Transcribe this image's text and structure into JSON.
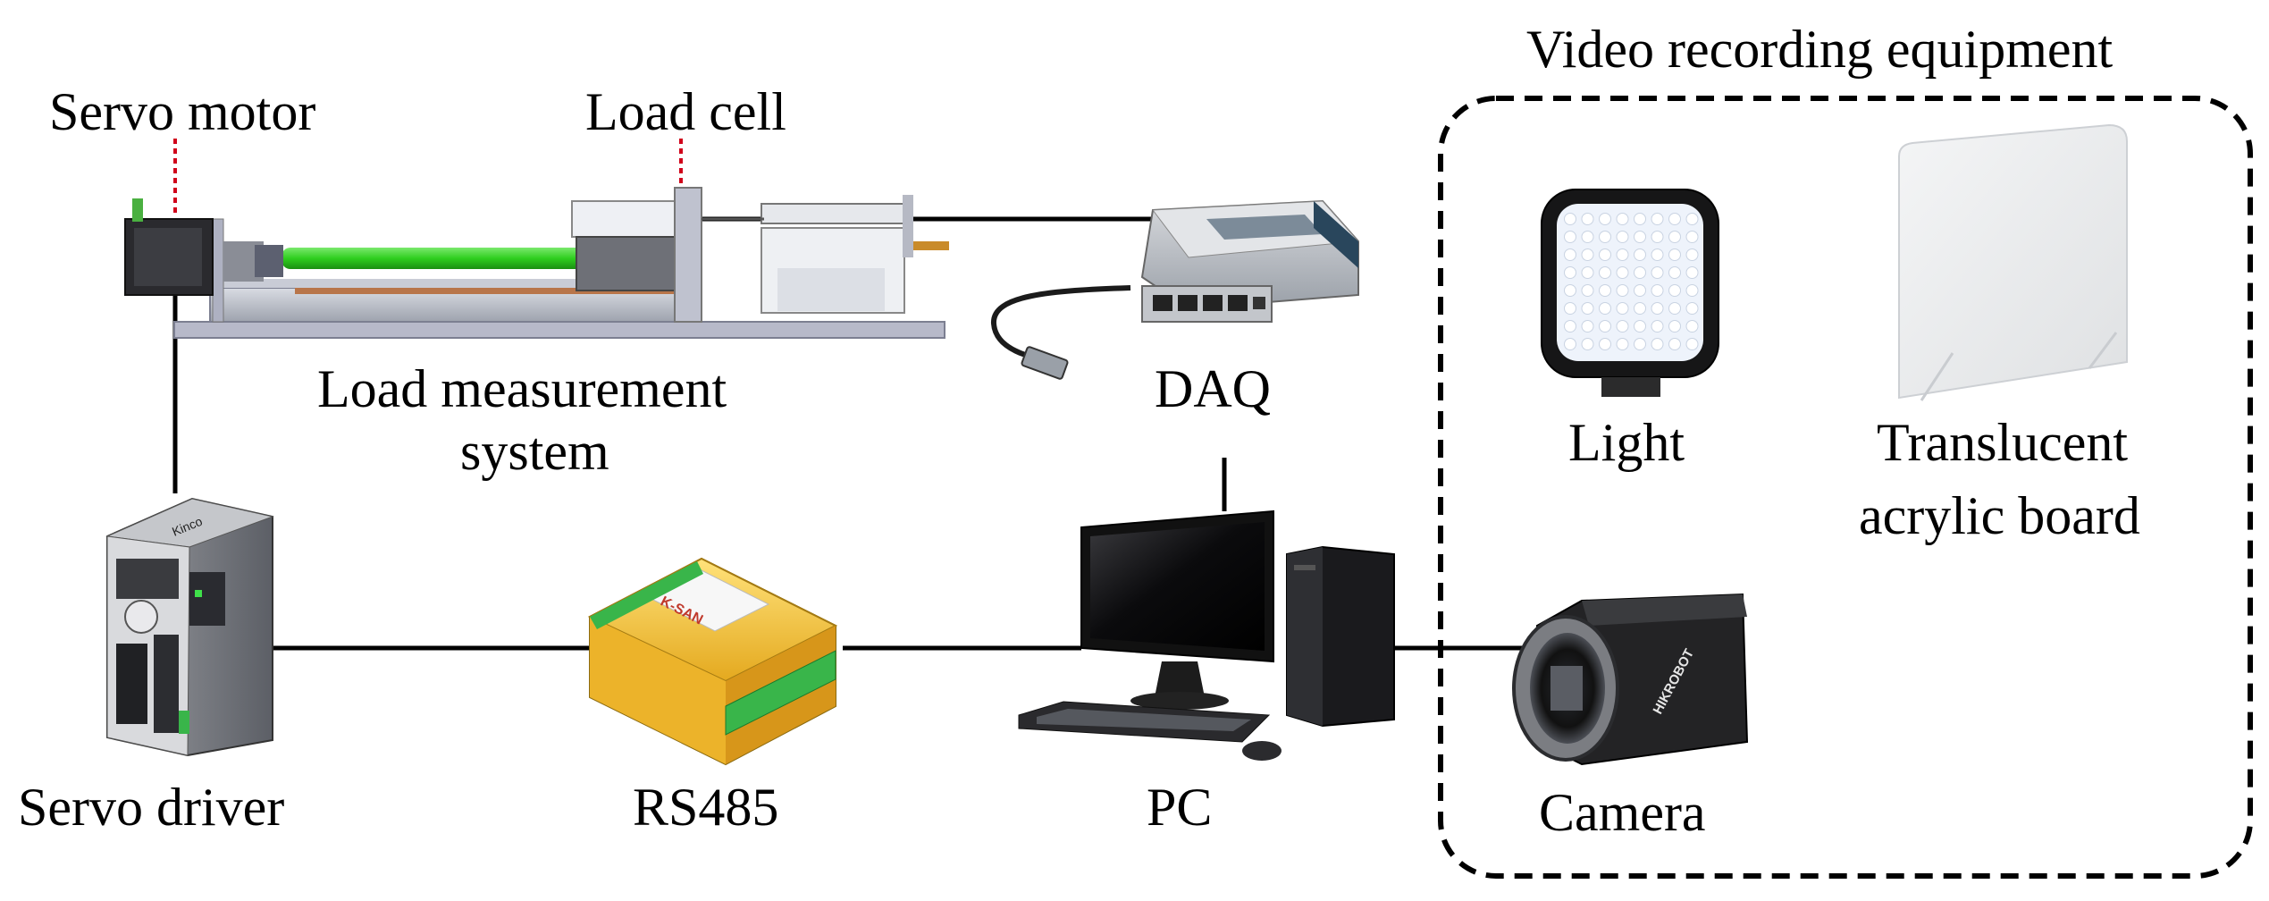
{
  "labels": {
    "servo_motor": "Servo motor",
    "load_cell": "Load cell",
    "load_measurement_line1": "Load measurement",
    "load_measurement_line2": "system",
    "daq": "DAQ",
    "servo_driver": "Servo driver",
    "rs485": "RS485",
    "pc": "PC",
    "video_group": "Video recording equipment",
    "light": "Light",
    "acrylic_line1": "Translucent",
    "acrylic_line2": "acrylic board",
    "camera": "Camera"
  },
  "device_marks": {
    "driver_brand": "Kinco",
    "converter_brand": "K-SAN",
    "camera_brand": "HIKROBOT"
  },
  "colors": {
    "rod_green": "#2fcf1f",
    "converter_yellow": "#f2c94a",
    "terminal_green": "#39b54a",
    "callout_red": "#d0021b",
    "wire": "#000000"
  }
}
